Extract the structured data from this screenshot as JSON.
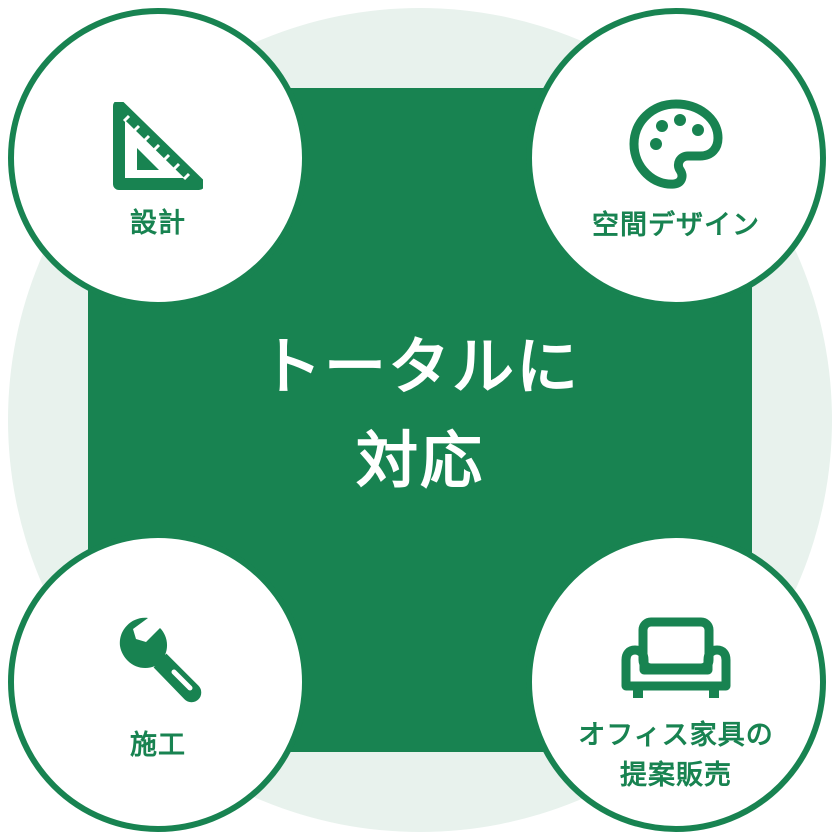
{
  "diagram": {
    "center_lines": [
      "トータルに",
      "対応"
    ],
    "nodes": [
      {
        "id": "design",
        "label_lines": [
          "設計"
        ],
        "icon": "set-square-icon"
      },
      {
        "id": "space-design",
        "label_lines": [
          "空間デザイン"
        ],
        "icon": "palette-icon"
      },
      {
        "id": "construction",
        "label_lines": [
          "施工"
        ],
        "icon": "wrench-icon"
      },
      {
        "id": "furniture",
        "label_lines": [
          "オフィス家具の",
          "提案販売"
        ],
        "icon": "sofa-icon"
      }
    ]
  },
  "colors": {
    "primary": "#188351",
    "background_tint": "#e8f2ed",
    "node_fill": "#ffffff"
  }
}
